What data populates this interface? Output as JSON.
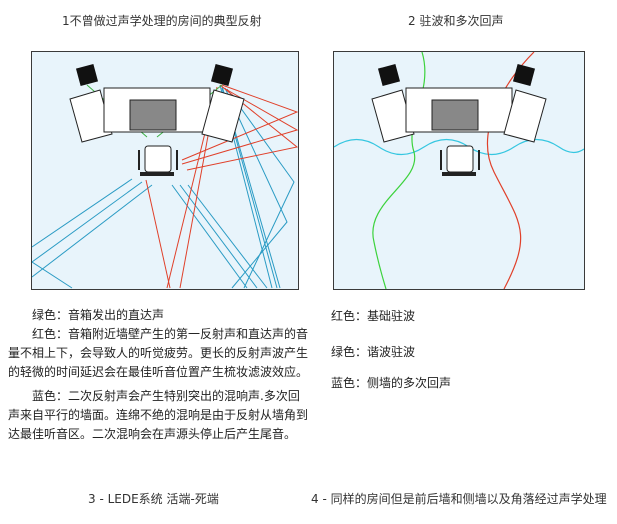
{
  "figure1": {
    "title": "1不曾做过声学处理的房间的典型反射"
  },
  "figure2": {
    "title": "2 驻波和多次回声"
  },
  "description_left": {
    "green": "绿色：音箱发出的直达声",
    "red": "红色：音箱附近墙壁产生的第一反射声和直达声的音量不相上下，会导致人的听觉疲劳。更长的反射声波产生的轻微的时间延迟会在最佳听音位置产生梳妆滤波效应。",
    "blue": "蓝色：二次反射声会产生特别突出的混响声.多次回声来自平行的墙面。连绵不绝的混响是由于反射从墙角到达最佳听音区。二次混响会在声源头停止后产生尾音。"
  },
  "description_right": {
    "red": "红色：基础驻波",
    "green": "绿色：谐波驻波",
    "blue": "蓝色：侧墙的多次回声"
  },
  "bottom_captions": {
    "left": "3 - LEDE系统 活端-死端",
    "right": "4 - 同样的房间但是前后墙和侧墙以及角落经过声学处理"
  },
  "colors": {
    "room_fill": "#e8f4fb",
    "direct": "#3cb043",
    "first_reflection": "#e0402a",
    "second_reflection": "#2a9bc4"
  }
}
